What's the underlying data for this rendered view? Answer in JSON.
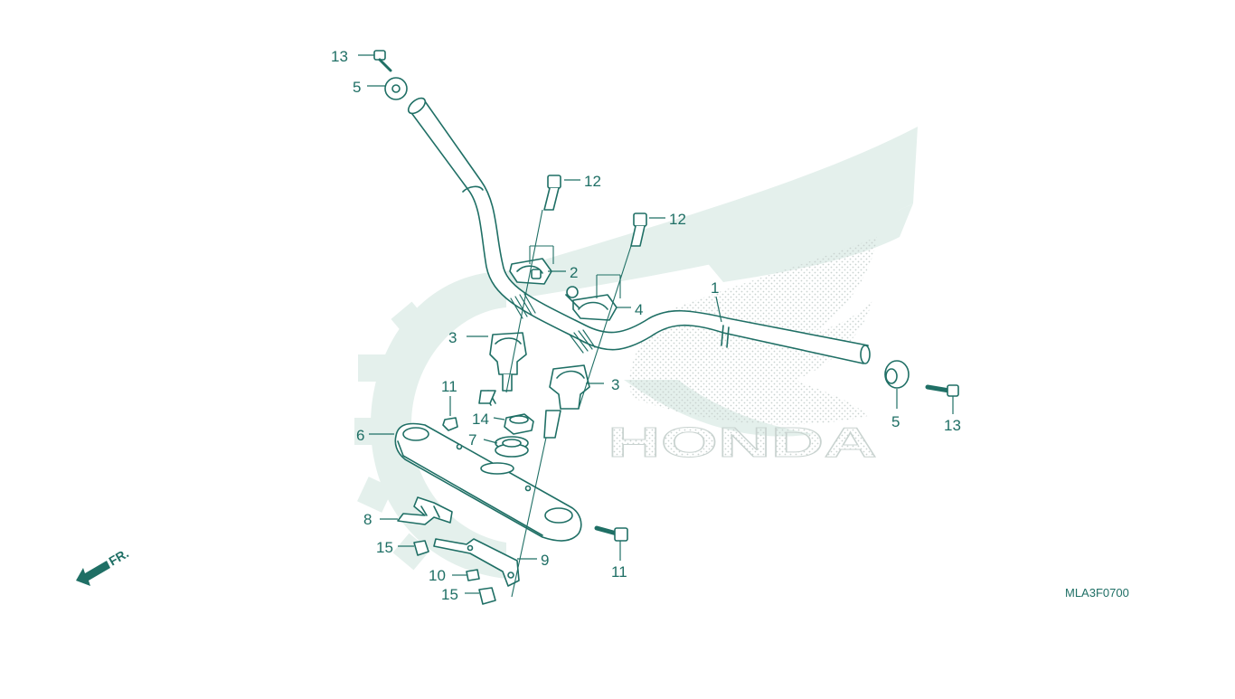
{
  "colors": {
    "line": "#1f6f65",
    "watermark": "#e4f0ec",
    "dots": "#c9d3d0",
    "fill": "#ffffff"
  },
  "watermark": {
    "brand": "HONDA",
    "icon": "honda-wing-logo"
  },
  "front_indicator": {
    "label": "FR.",
    "icon": "front-arrow-icon"
  },
  "diagram_code": "MLA3F0700",
  "callouts": {
    "c1": "1",
    "c2": "2",
    "c3a": "3",
    "c3b": "3",
    "c4": "4",
    "c5a": "5",
    "c5b": "5",
    "c6": "6",
    "c7": "7",
    "c8": "8",
    "c9": "9",
    "c10": "10",
    "c11a": "11",
    "c11b": "11",
    "c12a": "12",
    "c12b": "12",
    "c13a": "13",
    "c13b": "13",
    "c14": "14",
    "c15a": "15",
    "c15b": "15"
  }
}
